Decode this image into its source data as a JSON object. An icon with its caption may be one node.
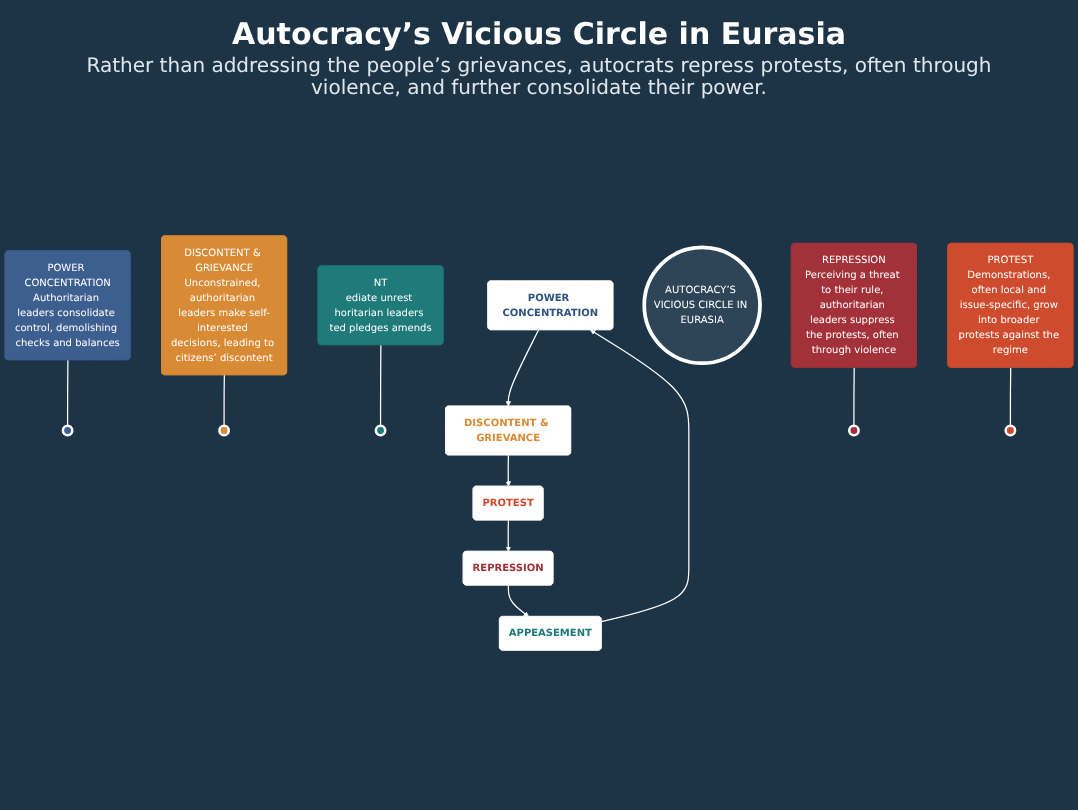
{
  "diagram": {
    "title": "Autocracy’s Vicious Circle in Eurasia",
    "caption": "Rather than addressing the people’s grievances, autocrats repress protests, often through violence, and further consolidate their power.",
    "nodes": [
      {
        "text": [
          "POWER CONCENTRATION",
          "Authoritarian leaders consolidate control, demolishing checks and balances"
        ]
      },
      {
        "text": [],
        "shape": "circle"
      },
      {
        "text": [
          "POWER CONCENTRATION"
        ]
      },
      {
        "text": [
          "DISCONTENT & GRIEVANCE",
          "Unconstrained, authoritarian leaders make self-interested decisions, leading to citizens’ discontent"
        ]
      },
      {
        "text": [],
        "shape": "circle"
      },
      {
        "text": [
          "DISCONTENT & GRIEVANCE"
        ]
      },
      {
        "text": [
          "NT",
          "ediate unrest horitarian leaders ted pledges amends"
        ]
      },
      {
        "text": [],
        "shape": "circle"
      },
      {
        "text": [
          "APPEASEMENT"
        ]
      },
      {
        "text": [
          "AUTOCRACY’S VICIOUS CIRCLE IN EURASIA"
        ]
      },
      {
        "text": [
          "REPRESSION",
          "Perceiving a threat to their rule, authoritarian leaders suppress the protests, often through violence"
        ]
      },
      {
        "text": [],
        "shape": "circle"
      },
      {
        "text": [
          "REPRESSION"
        ]
      },
      {
        "text": [
          "PROTEST",
          "Demonstrations, often local and issue-specific, grow into broader protests against the regime"
        ]
      },
      {
        "text": [],
        "shape": "circle"
      },
      {
        "text": [
          "PROTEST"
        ]
      }
    ],
    "edges": [
      {
        "from": 0,
        "to": 1,
        "arrow": "none"
      },
      {
        "from": 3,
        "to": 4,
        "arrow": "none"
      },
      {
        "from": 6,
        "to": 7,
        "arrow": "none"
      },
      {
        "from": 10,
        "to": 11,
        "arrow": "none"
      },
      {
        "from": 13,
        "to": 14,
        "arrow": "none"
      },
      {
        "from": 2,
        "to": 5,
        "arrow": "to"
      },
      {
        "from": 5,
        "to": 15,
        "arrow": "to"
      },
      {
        "from": 15,
        "to": 12,
        "arrow": "to"
      },
      {
        "from": 12,
        "to": 8,
        "arrow": "to"
      },
      {
        "from": 8,
        "to": 2,
        "arrow": "to"
      }
    ]
  }
}
